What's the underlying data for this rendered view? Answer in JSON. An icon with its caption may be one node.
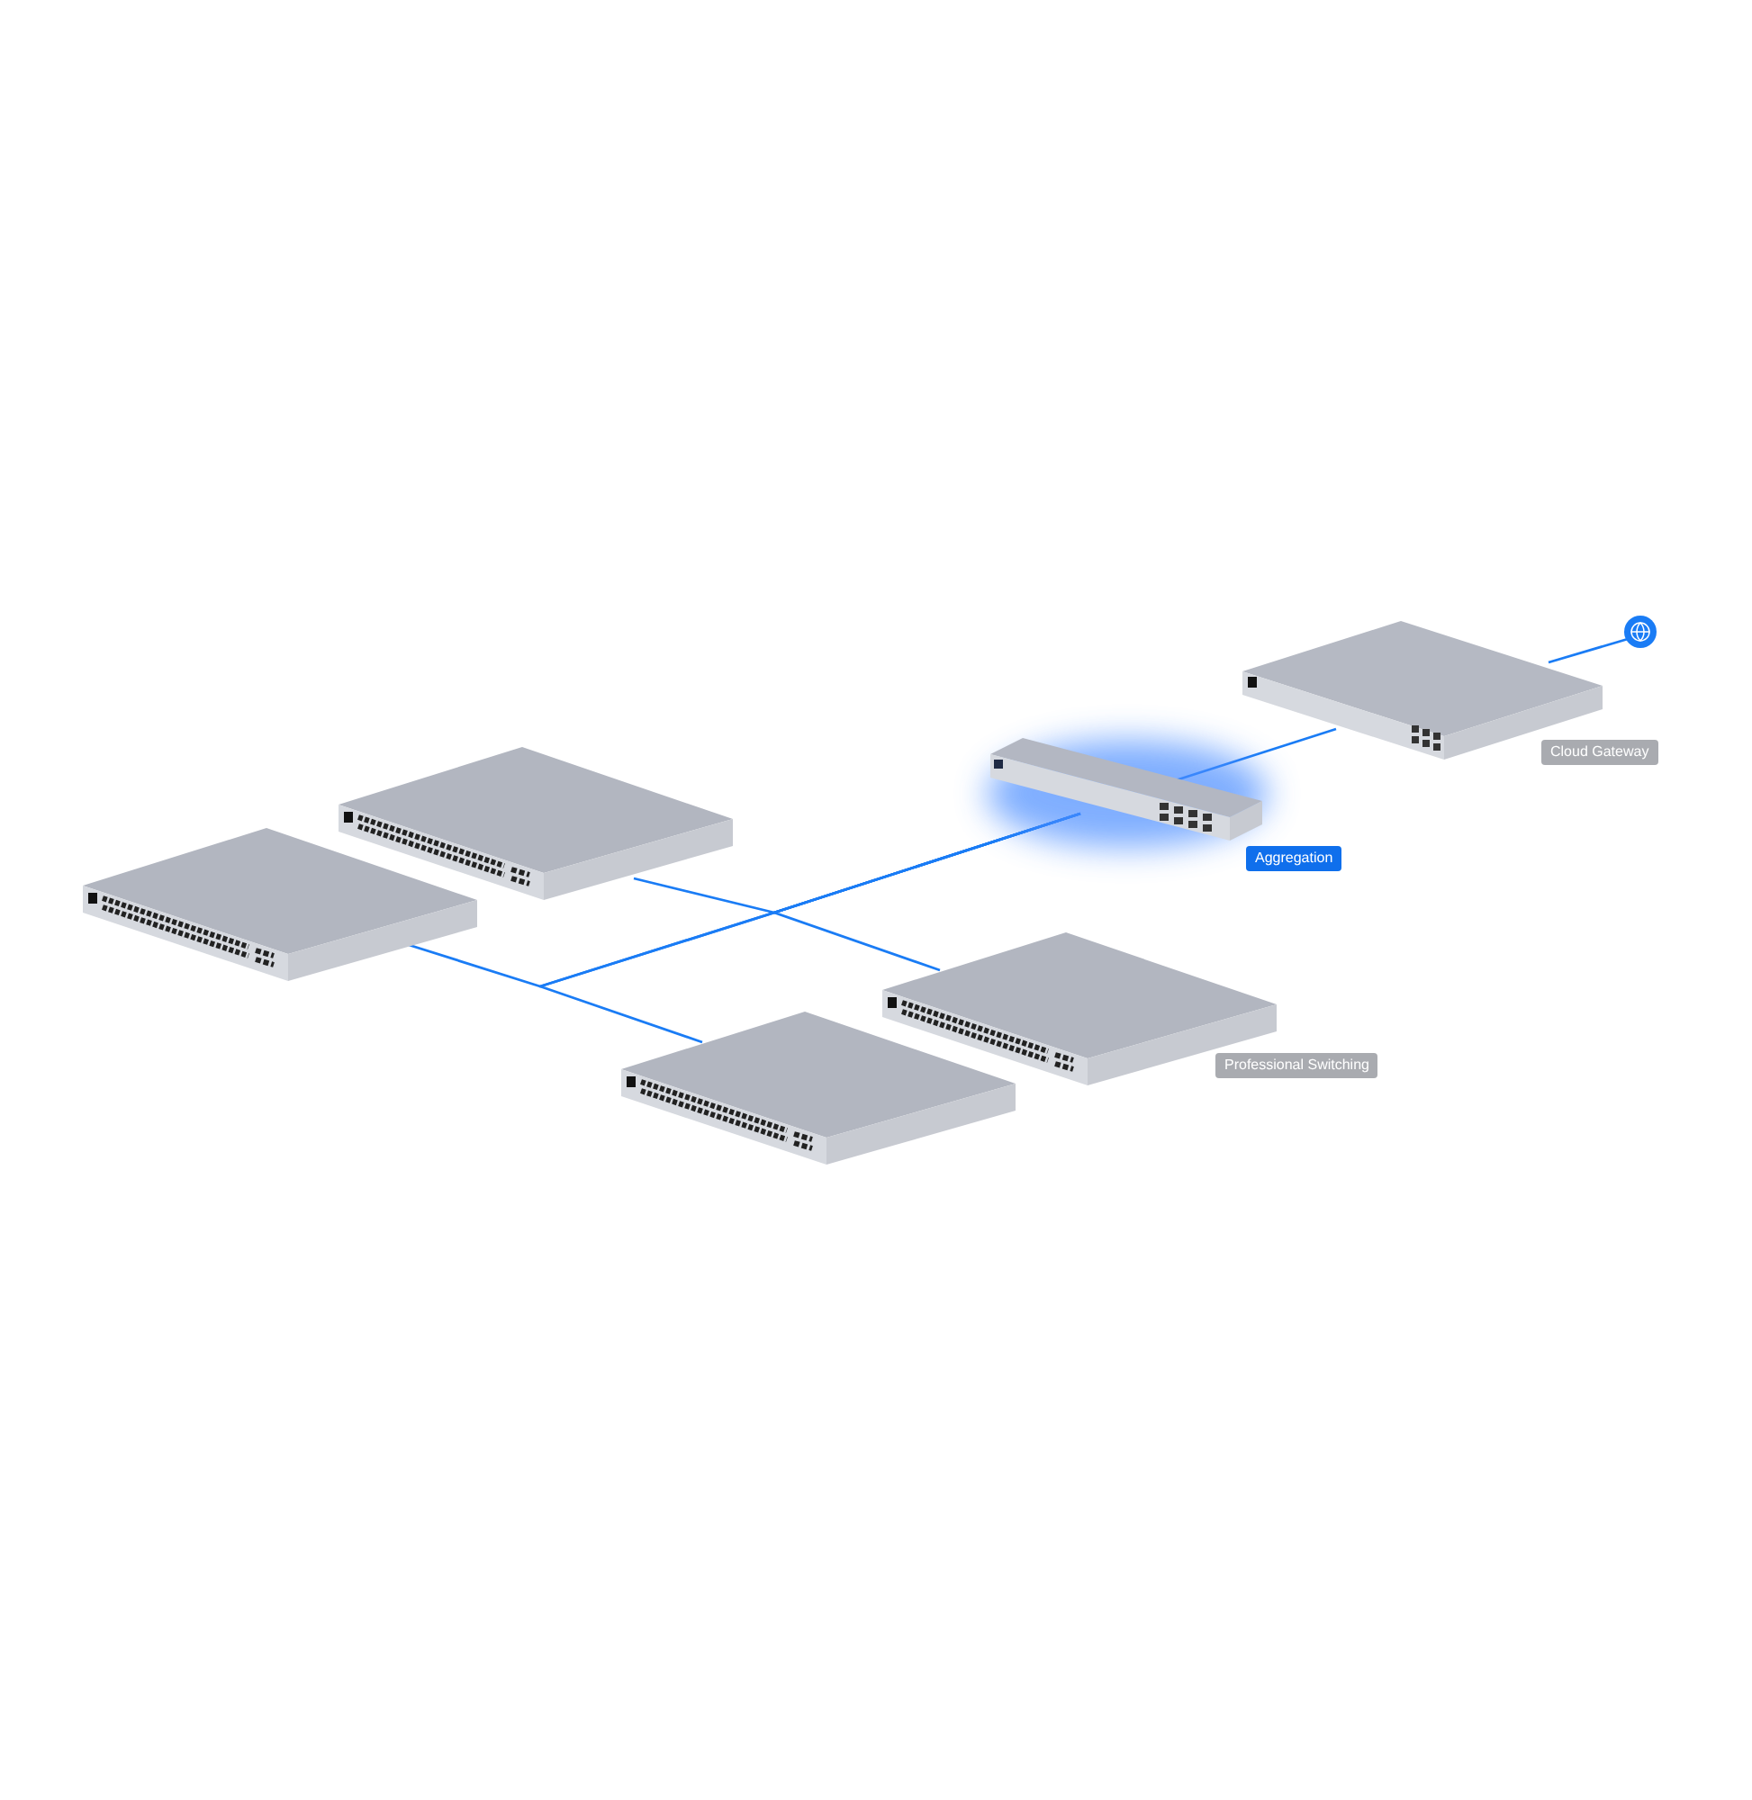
{
  "diagram": {
    "nodes": [
      {
        "text": [],
        "shape": "circle"
      },
      {
        "text": [],
        "shape": "picture"
      },
      {
        "text": [],
        "shape": "picture"
      },
      {
        "text": [],
        "shape": "picture"
      },
      {
        "text": [],
        "shape": "picture"
      },
      {
        "text": [],
        "shape": "picture"
      },
      {
        "text": [],
        "shape": "picture"
      }
    ],
    "edges": [
      {
        "from": 0,
        "to": 1,
        "arrow": "none"
      },
      {
        "from": 1,
        "to": 2,
        "arrow": "none"
      },
      {
        "from": 2,
        "to": 3,
        "arrow": "none"
      },
      {
        "from": 2,
        "to": 5,
        "arrow": "none"
      },
      {
        "from": 2,
        "to": 4,
        "arrow": "none"
      },
      {
        "from": 2,
        "to": 6,
        "arrow": "none"
      }
    ],
    "labels": [
      "Cloud Gateway",
      "Aggregation",
      "Professional Switching"
    ]
  }
}
